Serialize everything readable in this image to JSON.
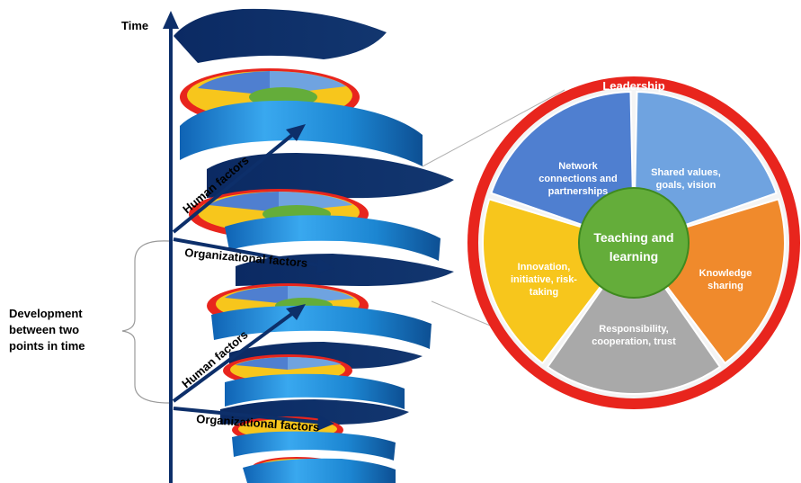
{
  "axis": {
    "time_label": "Time"
  },
  "spiral": {
    "labels": [
      {
        "text": "Human factors"
      },
      {
        "text": "Organizational factors"
      },
      {
        "text": "Human factors"
      },
      {
        "text": "Organizational factors"
      }
    ]
  },
  "bracket": {
    "label_lines": [
      "Development",
      "between two",
      "points in time"
    ]
  },
  "wheel": {
    "rim_label": "Leadership",
    "center_lines": [
      "Teaching and",
      "learning"
    ],
    "segments": [
      {
        "lines": [
          "Network",
          "connections and",
          "partnerships"
        ],
        "color": "#4f7fd0"
      },
      {
        "lines": [
          "Shared values,",
          "goals, vision"
        ],
        "color": "#6fa3e0"
      },
      {
        "lines": [
          "Knowledge",
          "sharing"
        ],
        "color": "#f08a2c"
      },
      {
        "lines": [
          "Responsibility,",
          "cooperation, trust"
        ],
        "color": "#a9a9a9"
      },
      {
        "lines": [
          "Innovation,",
          "initiative, risk-",
          "taking"
        ],
        "color": "#f7c61c"
      }
    ],
    "colors": {
      "rim": "#e8251d",
      "center": "#64ad3a",
      "spiral": "#1f8bd6",
      "spiral_dark": "#0d2f6a",
      "arrow": "#0d2f6a"
    }
  }
}
